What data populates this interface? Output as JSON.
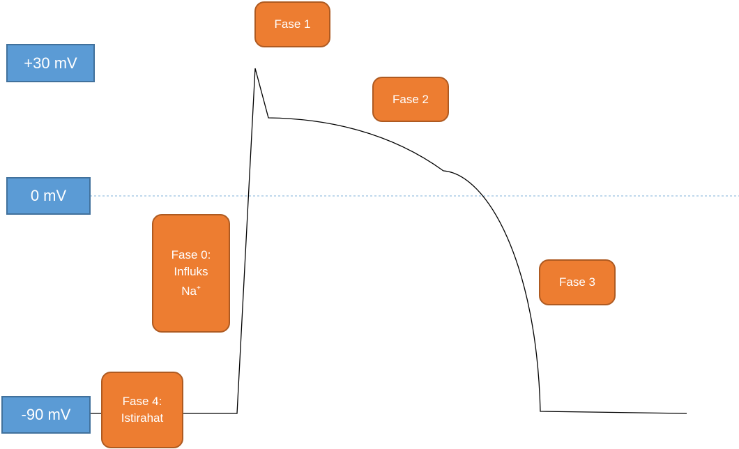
{
  "voltage_labels": {
    "plus30": "+30 mV",
    "zero": "0 mV",
    "minus90": "-90 mV"
  },
  "phases": {
    "fase0": {
      "line1": "Fase 0:",
      "line2": "Influks",
      "line3": "Na",
      "sup": "+"
    },
    "fase1": {
      "label": "Fase 1"
    },
    "fase2": {
      "label": "Fase 2"
    },
    "fase3": {
      "label": "Fase 3"
    },
    "fase4": {
      "line1": "Fase 4:",
      "line2": "Istirahat"
    }
  },
  "colors": {
    "voltage_box": "#5b9bd5",
    "phase_box": "#ed7d31",
    "zero_line": "#7fb0d8"
  }
}
